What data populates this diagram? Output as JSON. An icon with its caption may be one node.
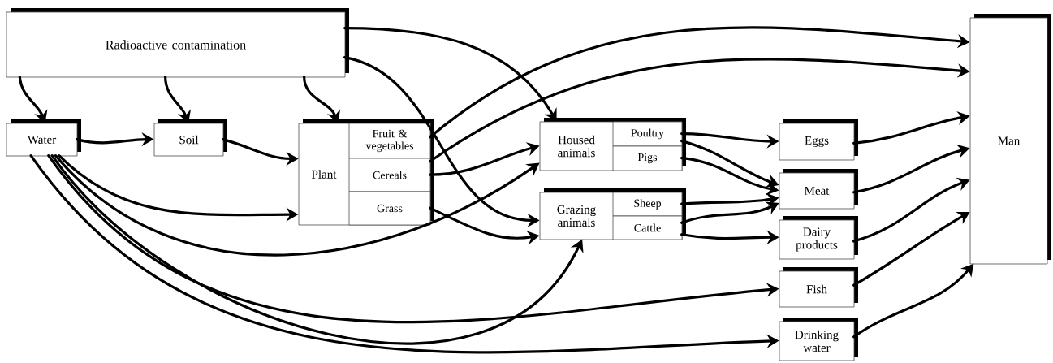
{
  "diagram": {
    "nodes": [
      {
        "text": [
          "Radioactive contamination"
        ]
      },
      {
        "text": [
          "Water"
        ]
      },
      {
        "text": [
          "Soil"
        ]
      },
      {
        "text": [
          "Plant"
        ]
      },
      {
        "text": [
          "Fruit & vegetables"
        ],
        "in": 3
      },
      {
        "text": [
          "Cereals"
        ],
        "in": 3
      },
      {
        "text": [
          "Grass"
        ],
        "in": 3
      },
      {
        "text": [
          "Housed animals"
        ]
      },
      {
        "text": [
          "Poultry"
        ],
        "in": 7
      },
      {
        "text": [
          "Pigs"
        ],
        "in": 7
      },
      {
        "text": [
          "Grazing animals"
        ]
      },
      {
        "text": [
          "Sheep"
        ],
        "in": 10
      },
      {
        "text": [
          "Cattle"
        ],
        "in": 10
      },
      {
        "text": [
          "Eggs"
        ]
      },
      {
        "text": [
          "Meat"
        ]
      },
      {
        "text": [
          "Dairy products"
        ]
      },
      {
        "text": [
          "Fish"
        ]
      },
      {
        "text": [
          "Drinking water"
        ]
      },
      {
        "text": [
          "Man"
        ]
      }
    ],
    "edges": [
      {
        "from": 0,
        "to": 1,
        "arrow": "to"
      },
      {
        "from": 0,
        "to": 2,
        "arrow": "to"
      },
      {
        "from": 0,
        "to": 3,
        "arrow": "to"
      },
      {
        "from": 1,
        "to": 2,
        "arrow": "to"
      },
      {
        "from": 2,
        "to": 3,
        "arrow": "to"
      },
      {
        "from": 0,
        "to": 7,
        "arrow": "to"
      },
      {
        "from": 0,
        "to": 10,
        "arrow": "to"
      },
      {
        "from": 4,
        "to": 18,
        "arrow": "to"
      },
      {
        "from": 5,
        "to": 18,
        "arrow": "to"
      },
      {
        "from": 5,
        "to": 7,
        "arrow": "to"
      },
      {
        "from": 6,
        "to": 10,
        "arrow": "to"
      },
      {
        "from": 1,
        "to": 3,
        "arrow": "to"
      },
      {
        "from": 1,
        "to": 7,
        "arrow": "to"
      },
      {
        "from": 1,
        "to": 10,
        "arrow": "to"
      },
      {
        "from": 1,
        "to": 16,
        "arrow": "to"
      },
      {
        "from": 1,
        "to": 17,
        "arrow": "to"
      },
      {
        "from": 8,
        "to": 13,
        "arrow": "to"
      },
      {
        "from": 8,
        "to": 14,
        "arrow": "to"
      },
      {
        "from": 9,
        "to": 14,
        "arrow": "to"
      },
      {
        "from": 11,
        "to": 14,
        "arrow": "to"
      },
      {
        "from": 12,
        "to": 14,
        "arrow": "to"
      },
      {
        "from": 12,
        "to": 15,
        "arrow": "to"
      },
      {
        "from": 13,
        "to": 18,
        "arrow": "to"
      },
      {
        "from": 14,
        "to": 18,
        "arrow": "to"
      },
      {
        "from": 15,
        "to": 18,
        "arrow": "to"
      },
      {
        "from": 16,
        "to": 18,
        "arrow": "to"
      },
      {
        "from": 17,
        "to": 18,
        "arrow": "to"
      }
    ]
  }
}
